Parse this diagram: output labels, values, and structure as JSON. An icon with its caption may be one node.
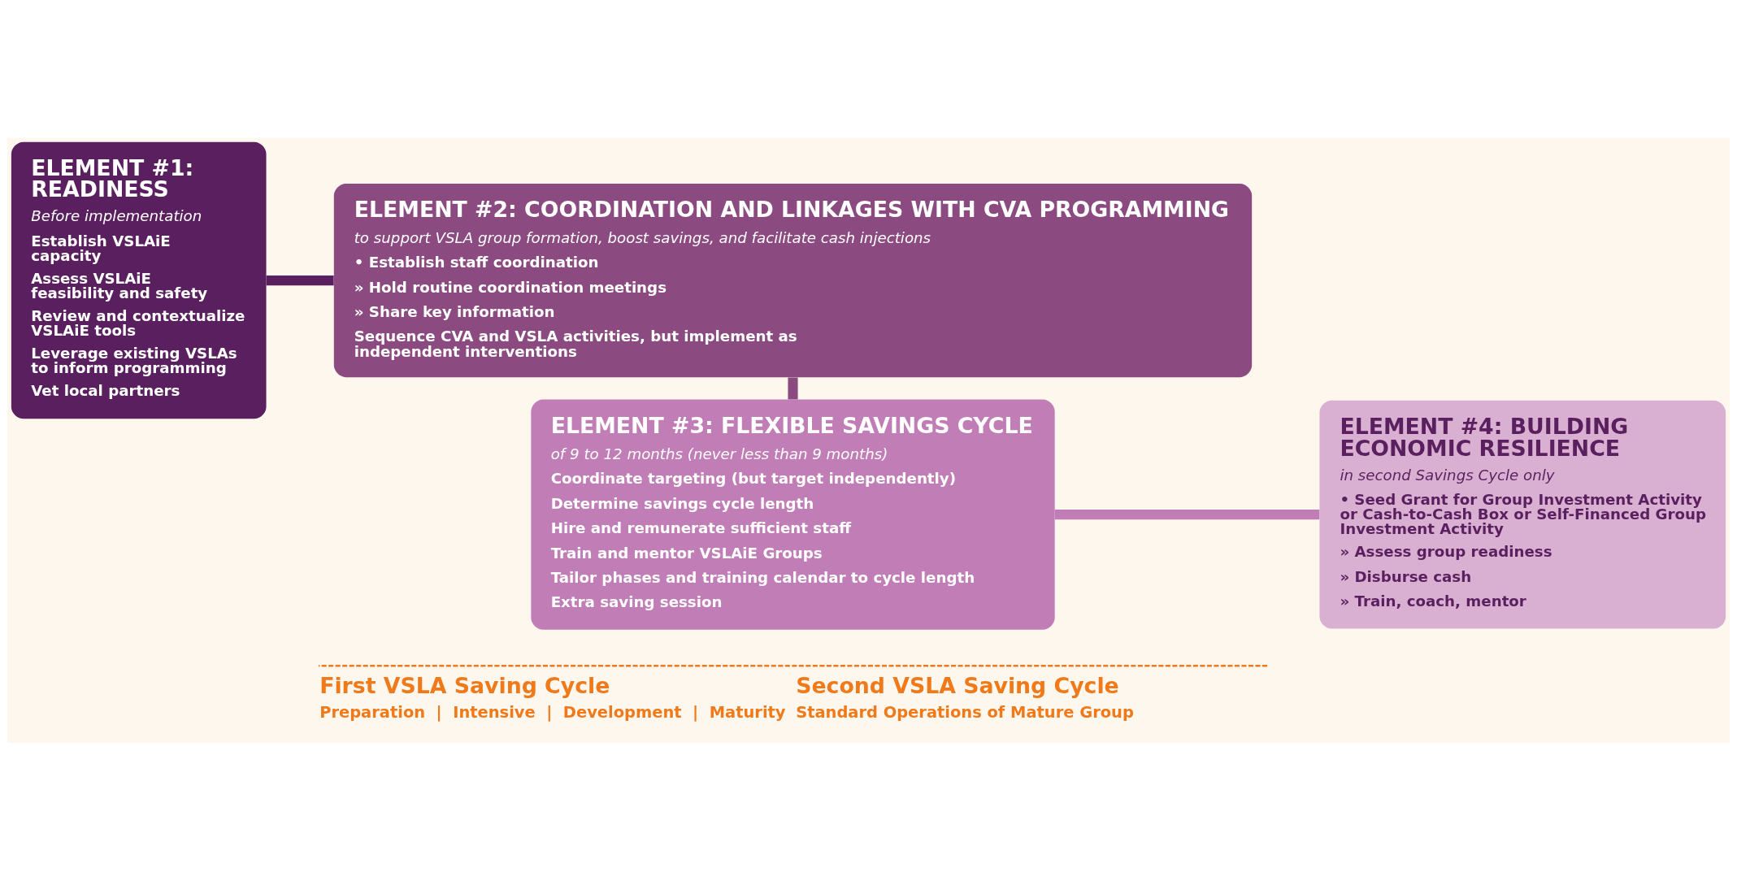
{
  "diagram": {
    "nodes": [
      {
        "text": [
          "ELEMENT #1: READINESS",
          "Before implementation",
          "Establish VSLAiE capacity",
          "Assess VSLAiE feasibility and safety",
          "Review and contextualize VSLAiE tools",
          "Leverage existing VSLAs to inform programming",
          "Vet local partners"
        ]
      },
      {
        "text": [
          "ELEMENT #2: COORDINATION AND LINKAGES WITH CVA PROGRAMMING",
          "to support VSLA group formation, boost savings, and facilitate cash injections",
          "• Establish staff coordination",
          "» Hold routine coordination meetings",
          "» Share key information",
          "Sequence CVA and VSLA activities, but implement as independent interventions"
        ]
      },
      {
        "text": [
          "ELEMENT #3: FLEXIBLE SAVINGS CYCLE",
          "of 9 to 12 months (never less than 9 months)",
          "Coordinate targeting (but target independently)",
          "Determine savings cycle length",
          "Hire and remunerate sufficient staff",
          "Train and mentor VSLAiE Groups",
          "Tailor phases and training calendar to cycle length",
          "Extra saving session"
        ]
      },
      {
        "text": [
          "ELEMENT #4: BUILDING ECONOMIC RESILIENCE",
          "in second Savings Cycle only",
          "• Seed Grant for Group Investment Activity or Cash-to-Cash Box or Self-Financed Group Investment Activity",
          "» Assess group readiness",
          "» Disburse cash",
          "» Train, coach, mentor"
        ]
      }
    ],
    "edges": [
      {
        "from": 0,
        "to": 1,
        "arrow": "none",
        "color": "#5a1f5e"
      },
      {
        "from": 1,
        "to": 2,
        "arrow": "none",
        "color": "#8b4a80"
      },
      {
        "from": 2,
        "to": 3,
        "arrow": "none",
        "color": "#c17db5"
      }
    ],
    "labels": [
      "First VSLA Saving Cycle",
      "Second VSLA Saving Cycle",
      "Preparation  |  Intensive  |  Development  |  Maturity",
      "Standard Operations of Mature Group"
    ]
  }
}
